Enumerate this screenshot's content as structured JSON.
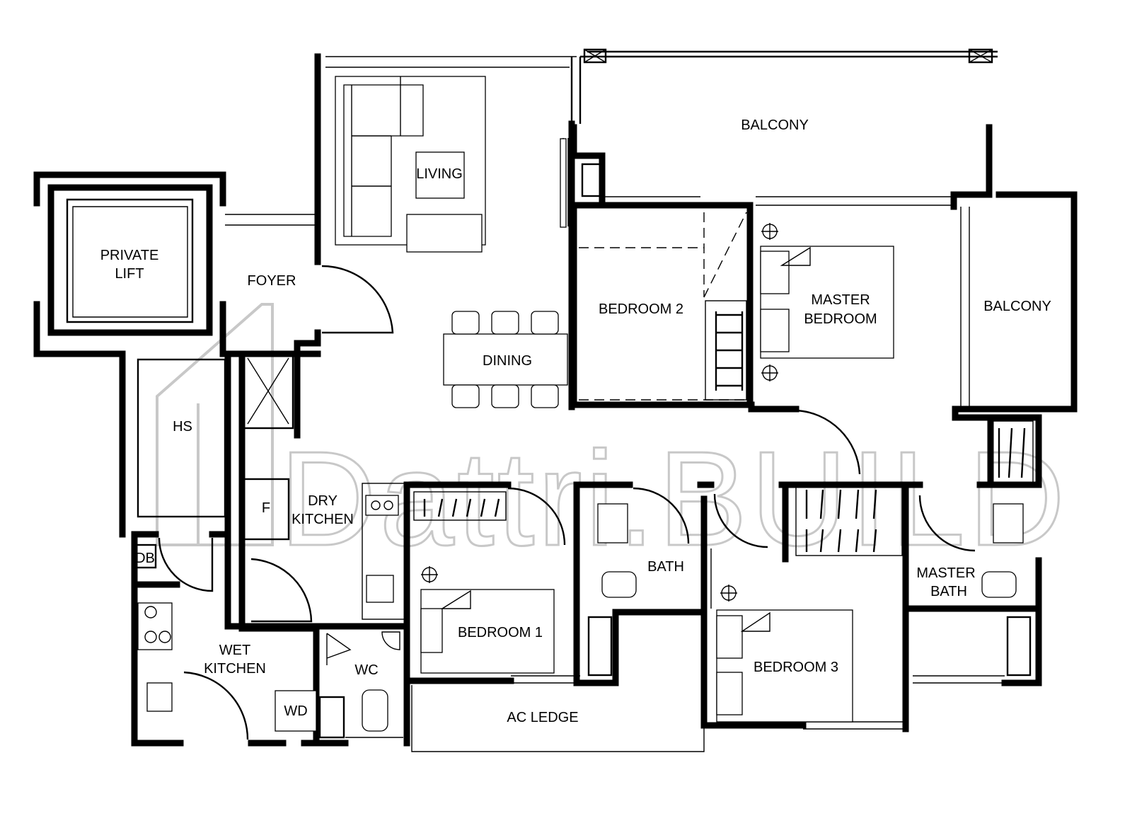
{
  "watermark": {
    "brand": "Dattri.BUILD"
  },
  "rooms": {
    "private_lift": [
      "PRIVATE",
      "LIFT"
    ],
    "foyer": "FOYER",
    "living": "LIVING",
    "dining": "DINING",
    "balcony_top": "BALCONY",
    "balcony_right": "BALCONY",
    "bedroom_2": "BEDROOM 2",
    "master_bedroom": [
      "MASTER",
      "BEDROOM"
    ],
    "hs": "HS",
    "fridge": "F",
    "dry_kitchen": [
      "DRY",
      "KITCHEN"
    ],
    "db": "DB",
    "wet_kitchen": [
      "WET",
      "KITCHEN"
    ],
    "wd": "WD",
    "wc": "WC",
    "bedroom_1": "BEDROOM 1",
    "bath": "BATH",
    "bedroom_3": "BEDROOM 3",
    "master_bath": [
      "MASTER",
      "BATH"
    ],
    "ac_ledge": "AC LEDGE"
  }
}
